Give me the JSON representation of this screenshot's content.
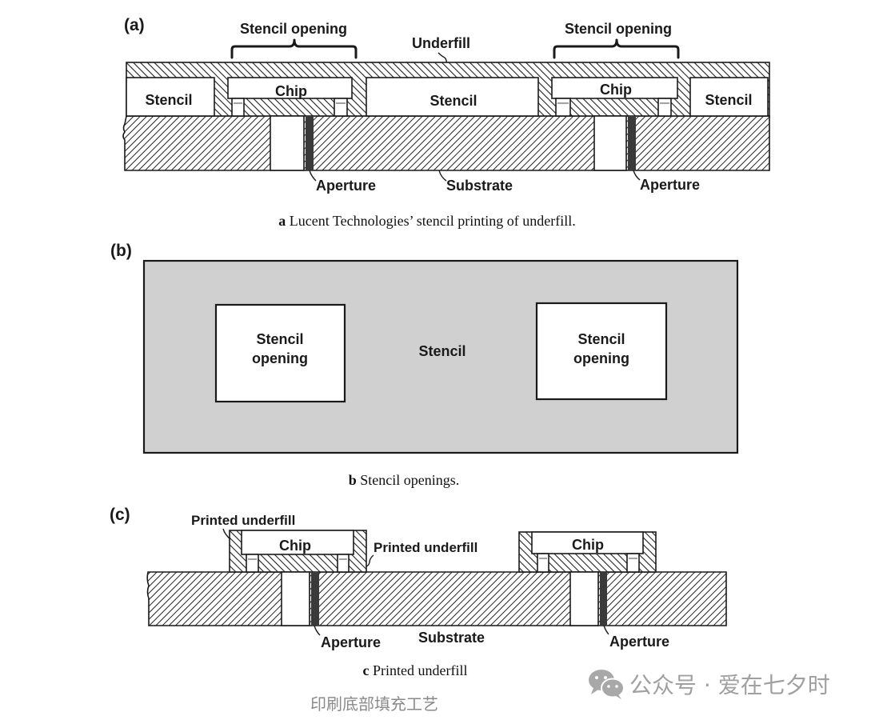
{
  "figure": {
    "panel_a": {
      "tag": "(a)",
      "stencil_opening_left": "Stencil opening",
      "stencil_opening_right": "Stencil opening",
      "underfill": "Underfill",
      "stencil_left": "Stencil",
      "chip_left": "Chip",
      "stencil_center": "Stencil",
      "chip_right": "Chip",
      "stencil_right": "Stencil",
      "aperture_left": "Aperture",
      "substrate": "Substrate",
      "aperture_right": "Aperture",
      "caption_letter": "a",
      "caption_text": " Lucent Technologies’ stencil printing of underfill."
    },
    "panel_b": {
      "tag": "(b)",
      "opening_left_line1": "Stencil",
      "opening_left_line2": "opening",
      "stencil": "Stencil",
      "opening_right_line1": "Stencil",
      "opening_right_line2": "opening",
      "caption_letter": "b",
      "caption_text": " Stencil openings."
    },
    "panel_c": {
      "tag": "(c)",
      "printed_underfill_left": "Printed underfill",
      "printed_underfill_right": "Printed underfill",
      "chip_left": "Chip",
      "chip_right": "Chip",
      "aperture_left": "Aperture",
      "substrate": "Substrate",
      "aperture_right": "Aperture",
      "caption_letter": "c",
      "caption_text": " Printed underfill"
    }
  },
  "footer": {
    "chinese_caption": "印刷底部填充工艺",
    "watermark_icon": "wechat-icon",
    "watermark_text": "公众号 · 爱在七夕时"
  },
  "colors": {
    "stencil_gray": "#d0d0d0",
    "ink": "#1a1a1a",
    "watermark_gray": "#a0a0a0",
    "chinese_caption_gray": "#8a8a8a"
  }
}
